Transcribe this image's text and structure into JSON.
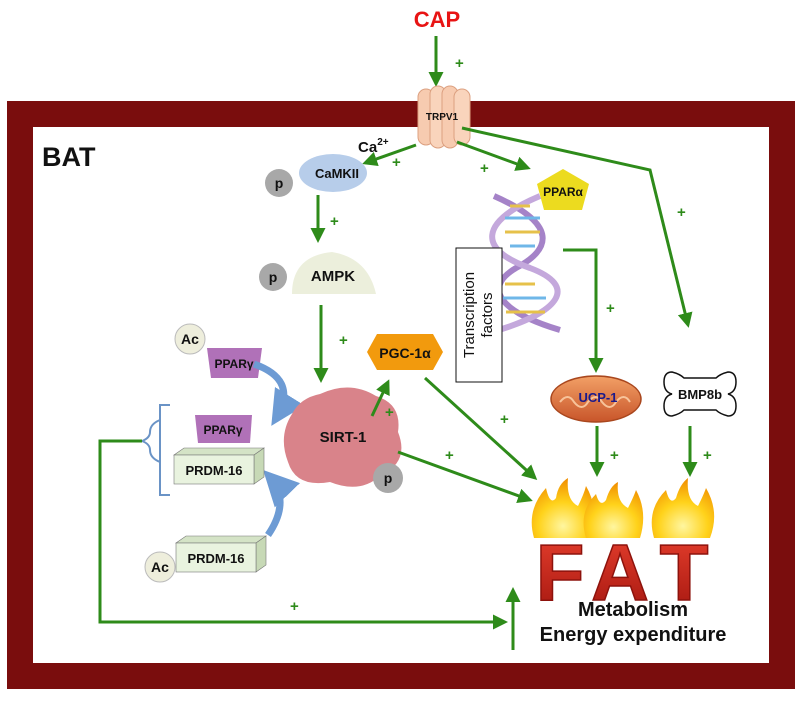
{
  "stimulus": "CAP",
  "receptor": "TRPV1",
  "tissue_label": "BAT",
  "ion": "Ca",
  "ion_charge": "2+",
  "plus": "+",
  "phospho": "p",
  "acetyl": "Ac",
  "nodes": {
    "camkii": "CaMKII",
    "ampk": "AMPK",
    "sirt1": "SIRT-1",
    "pgc1a": "PGC-1α",
    "ppara": "PPARα",
    "pparg": "PPARγ",
    "prdm16": "PRDM-16",
    "ucp1": "UCP-1",
    "bmp8b": "BMP8b"
  },
  "tf_box": [
    "Transcription",
    "factors"
  ],
  "fat_letters": [
    "F",
    "A",
    "T"
  ],
  "outcome": [
    "Metabolism",
    "Energy expenditure"
  ],
  "colors": {
    "frame": "#7a0d0d",
    "arrow": "#2e8b1a",
    "plus": "#2e8b1a",
    "cap": "#e81414",
    "fat": "#c8281e",
    "ampk": "#ecefdc",
    "camkii": "#b7cdea",
    "sirt1": "#d9838a",
    "pgc1a": "#f29a0d",
    "ppara": "#ecdb1f",
    "pparg": "#b071b8",
    "prdm16": "#e9f3df",
    "bracket": "#6a93c6",
    "curve_arrow": "#6d9bd4",
    "ucp1": "#e88a4a",
    "ucp1_text": "#1a1a8c",
    "p_circle": "#a8a8a8",
    "ac_circle": "#eeeedc"
  }
}
